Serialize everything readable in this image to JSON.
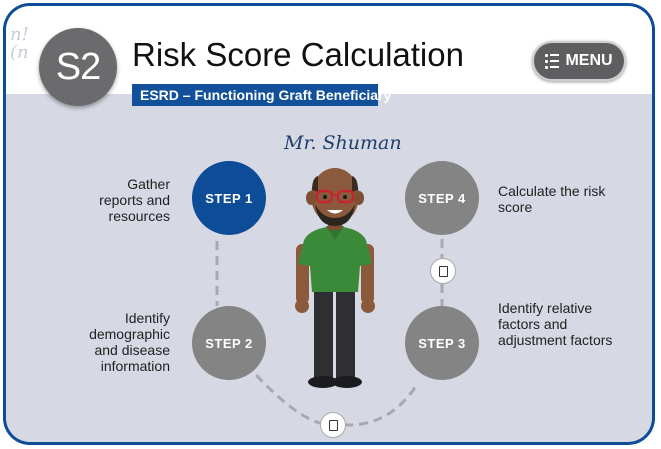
{
  "header": {
    "badge": "S2",
    "title": "Risk Score Calculation",
    "subtitle": "ESRD – Functioning Graft Beneficiary",
    "menu_label": "MENU",
    "deco_text": "n!\n(n"
  },
  "character": {
    "name": "Mr. Shuman"
  },
  "steps": [
    {
      "label": "STEP 1",
      "text": "Gather reports and resources"
    },
    {
      "label": "STEP 2",
      "text": "Identify demographic and disease information"
    },
    {
      "label": "STEP 3",
      "text": "Identify relative factors and adjustment factors"
    },
    {
      "label": "STEP 4",
      "text": "Calculate the risk score"
    }
  ],
  "colors": {
    "accent": "#0d4c96",
    "step_inactive": "#848484",
    "panel_bg": "#d6d8e3"
  },
  "icons": [
    "menu-list-icon",
    "document-icon"
  ]
}
